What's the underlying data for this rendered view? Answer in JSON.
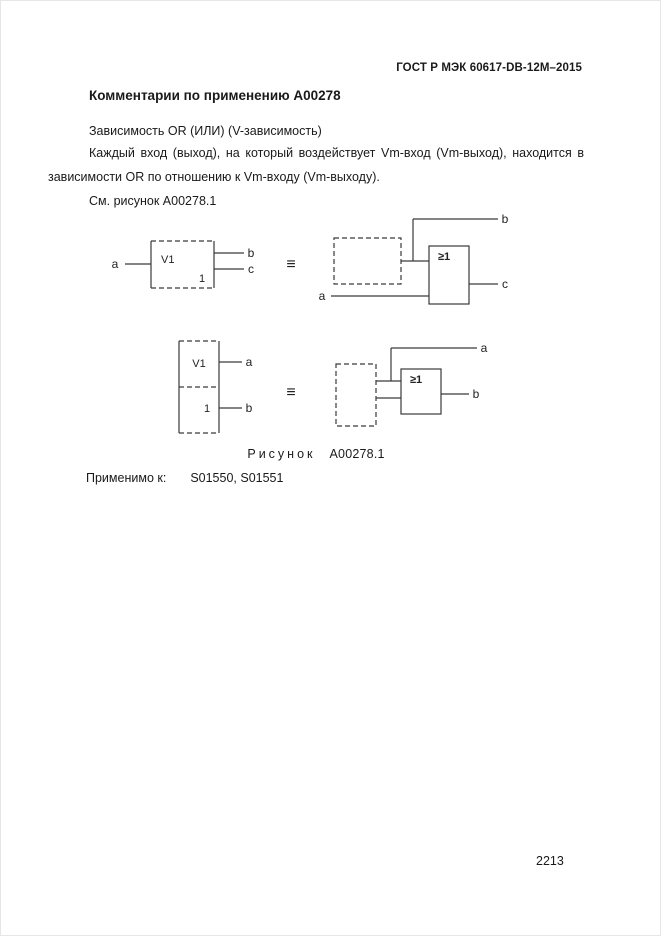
{
  "doc": {
    "header": "ГОСТ Р МЭК 60617-DB-12M–2015",
    "title": "Комментарии по применению A00278",
    "intro": "Зависимость OR (ИЛИ) (V-зависимость)",
    "body": "Каждый вход (выход), на который воздействует Vm-вход (Vm-выход), находится в зависимости OR по отношению к Vm-входу (Vm-выходу).",
    "see_figure": "См. рисунок A00278.1",
    "figure_caption_label": "Рисунок",
    "figure_caption_number": "A00278.1",
    "applicable_label": "Применимо к:",
    "applicable_value": "S01550, S01551",
    "page_number": "2213"
  },
  "figure": {
    "equivalence": "≡",
    "or_gate": "≥1",
    "dependency_label": "V1",
    "one_label": "1",
    "pin_a": "a",
    "pin_b": "b",
    "pin_c": "c"
  }
}
